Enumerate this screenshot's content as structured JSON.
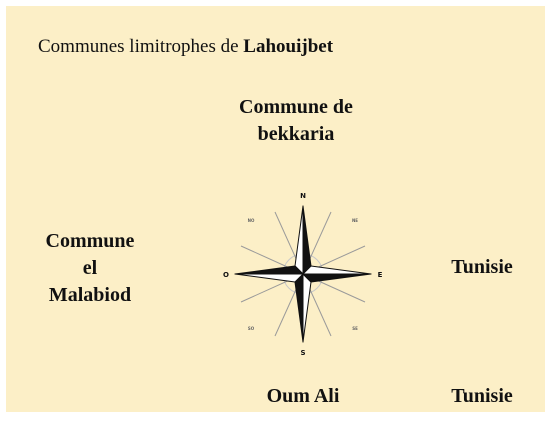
{
  "title": {
    "prefix": "Communes limitrophes de",
    "name": "Lahouijbet"
  },
  "neighbors": {
    "north": "Commune de\nbekkaria",
    "west": "Commune\nel\nMalabiod",
    "east": "Tunisie",
    "south": "Oum Ali",
    "southeast": "Tunisie"
  },
  "compass": {
    "n": "N",
    "s": "S",
    "e": "E",
    "o": "O",
    "ne": "NE",
    "no": "NO",
    "se": "SE",
    "so": "SO"
  },
  "colors": {
    "background": "#fcefc7",
    "rose_dark": "#111111",
    "rose_light": "#ffffff",
    "rose_grey": "#9a9a9a"
  }
}
